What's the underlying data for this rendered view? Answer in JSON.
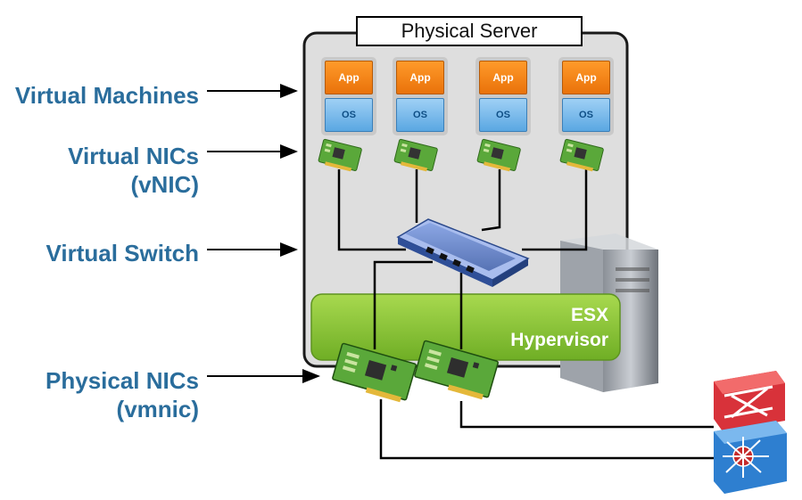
{
  "server": {
    "title": "Physical Server"
  },
  "labels": {
    "virtual_machines": "Virtual Machines",
    "virtual_nics_line1": "Virtual NICs",
    "virtual_nics_line2": "(vNIC)",
    "virtual_switch": "Virtual Switch",
    "physical_nics_line1": "Physical NICs",
    "physical_nics_line2": "(vmnic)"
  },
  "hypervisor": {
    "line1": "ESX",
    "line2": "Hypervisor"
  },
  "vms": [
    {
      "app": "App",
      "os": "OS"
    },
    {
      "app": "App",
      "os": "OS"
    },
    {
      "app": "App",
      "os": "OS"
    },
    {
      "app": "App",
      "os": "OS"
    }
  ],
  "colors": {
    "label": "#2a6d9c",
    "server_bg": "#dcdcdc",
    "hypervisor": "#8cc63f",
    "app": "#f0821a",
    "os": "#6cb4ec",
    "nic": "#4e9a2c",
    "switch": "#3a5aa8",
    "router": "#d02828"
  }
}
